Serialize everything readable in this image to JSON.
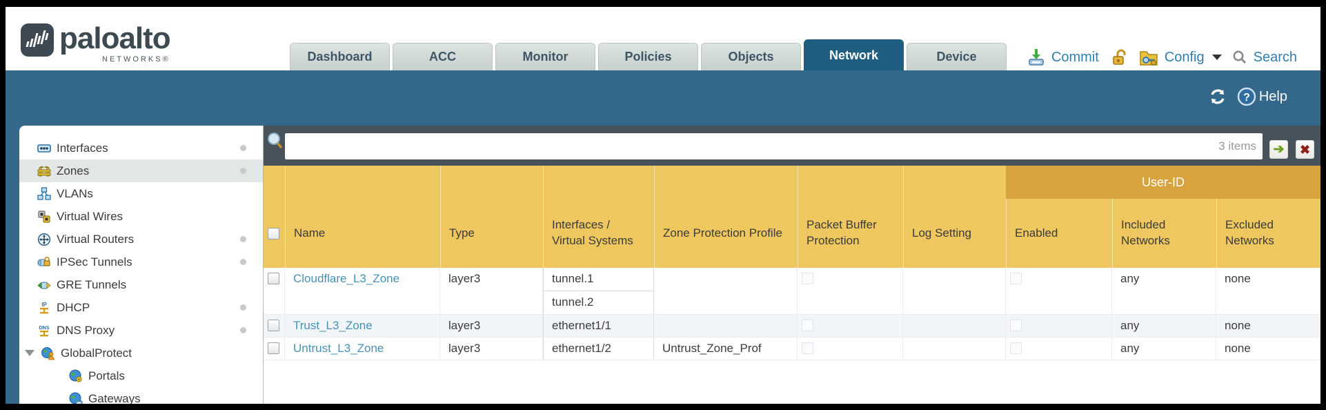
{
  "brand": {
    "name": "paloalto",
    "sub": "NETWORKS®"
  },
  "nav": {
    "tabs": [
      {
        "label": "Dashboard",
        "active": false
      },
      {
        "label": "ACC",
        "active": false
      },
      {
        "label": "Monitor",
        "active": false
      },
      {
        "label": "Policies",
        "active": false
      },
      {
        "label": "Objects",
        "active": false
      },
      {
        "label": "Network",
        "active": true
      },
      {
        "label": "Device",
        "active": false
      }
    ]
  },
  "header_actions": {
    "commit_label": "Commit",
    "config_label": "Config",
    "search_label": "Search"
  },
  "band": {
    "help_label": "Help"
  },
  "sidebar": {
    "items": [
      {
        "label": "Interfaces",
        "icon": "interfaces-icon",
        "dot": true
      },
      {
        "label": "Zones",
        "icon": "zones-icon",
        "dot": true,
        "selected": true
      },
      {
        "label": "VLANs",
        "icon": "vlans-icon",
        "dot": false
      },
      {
        "label": "Virtual Wires",
        "icon": "virtual-wires-icon",
        "dot": false
      },
      {
        "label": "Virtual Routers",
        "icon": "virtual-routers-icon",
        "dot": true
      },
      {
        "label": "IPSec Tunnels",
        "icon": "ipsec-tunnels-icon",
        "dot": true
      },
      {
        "label": "GRE Tunnels",
        "icon": "gre-tunnels-icon",
        "dot": false
      },
      {
        "label": "DHCP",
        "icon": "dhcp-icon",
        "dot": true
      },
      {
        "label": "DNS Proxy",
        "icon": "dns-proxy-icon",
        "dot": true
      },
      {
        "label": "GlobalProtect",
        "icon": "globalprotect-icon",
        "expandable": true
      },
      {
        "label": "Portals",
        "icon": "portals-icon",
        "indent": true
      },
      {
        "label": "Gateways",
        "icon": "gateways-icon",
        "indent": true
      }
    ]
  },
  "toolbar": {
    "filter_value": "",
    "items_count": "3 items"
  },
  "table": {
    "user_id_group_label": "User-ID",
    "columns": [
      "Name",
      "Type",
      "Interfaces / Virtual Systems",
      "Zone Protection Profile",
      "Packet Buffer Protection",
      "Log Setting",
      "Enabled",
      "Included Networks",
      "Excluded Networks"
    ],
    "rows": [
      {
        "name": "Cloudflare_L3_Zone",
        "type": "layer3",
        "interfaces": [
          "tunnel.1",
          "tunnel.2"
        ],
        "zone_protection_profile": "",
        "packet_buffer_protection": false,
        "log_setting": "",
        "user_id_enabled": false,
        "included_networks": "any",
        "excluded_networks": "none"
      },
      {
        "name": "Trust_L3_Zone",
        "type": "layer3",
        "interfaces": [
          "ethernet1/1"
        ],
        "zone_protection_profile": "",
        "packet_buffer_protection": false,
        "log_setting": "",
        "user_id_enabled": false,
        "included_networks": "any",
        "excluded_networks": "none"
      },
      {
        "name": "Untrust_L3_Zone",
        "type": "layer3",
        "interfaces": [
          "ethernet1/2"
        ],
        "zone_protection_profile": "Untrust_Zone_Prof",
        "packet_buffer_protection": false,
        "log_setting": "",
        "user_id_enabled": false,
        "included_networks": "any",
        "excluded_networks": "none"
      }
    ]
  },
  "colors": {
    "teal_band": "#33688a",
    "toolbar_slate": "#47525b",
    "table_header": "#eec75f",
    "user_id_band": "#d8a33c",
    "active_tab": "#1f5d81",
    "link": "#4792b4"
  }
}
